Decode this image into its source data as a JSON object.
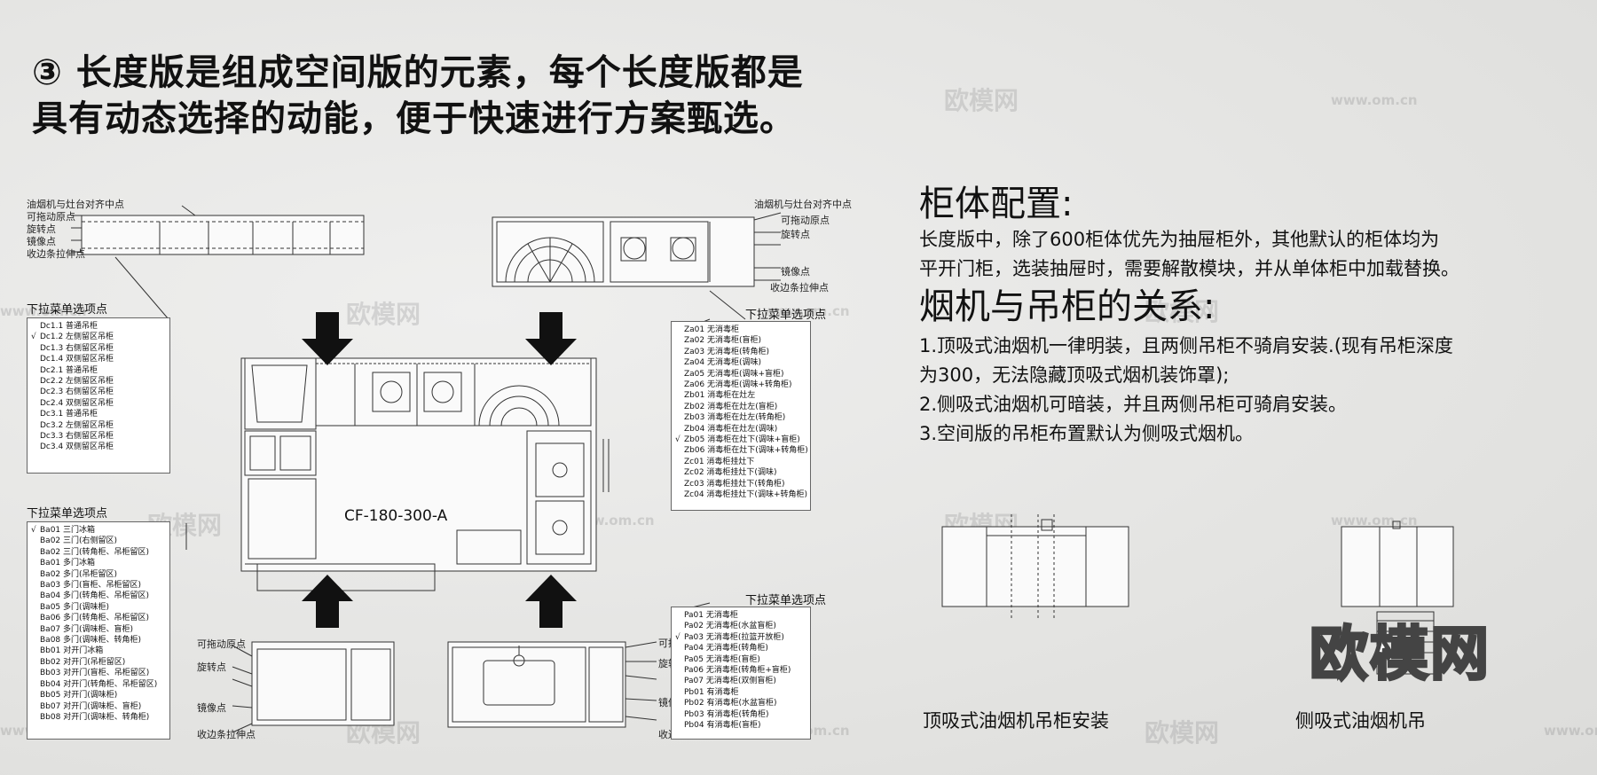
{
  "headline": {
    "line1": "③ 长度版是组成空间版的元素，每个长度版都是",
    "line2": "具有动态选择的动能，便于快速进行方案甄选。"
  },
  "right": {
    "cabinet_heading": "柜体配置:",
    "cabinet_text_1": "长度版中，除了600柜体优先为抽屉柜外，其他默认的柜体均为",
    "cabinet_text_2": "平开门柜，选装抽屉时，需要解散模块，并从单体柜中加载替换。",
    "hood_heading": "烟机与吊柜的关系:",
    "hood_text_1": "1.顶吸式油烟机一律明装，且两侧吊柜不骑肩安装.(现有吊柜深度",
    "hood_text_2": "为300，无法隐藏顶吸式烟机装饰罩);",
    "hood_text_3": "2.侧吸式油烟机可暗装，并且两侧吊柜可骑肩安装。",
    "hood_text_4": "3.空间版的吊柜布置默认为侧吸式烟机。"
  },
  "captions": {
    "top_suction": "顶吸式油烟机吊柜安装",
    "side_suction": "侧吸式油烟机吊"
  },
  "plan_label": "CF-180-300-A",
  "watermark": {
    "brand": "欧模网",
    "url": "www.om.cn"
  },
  "annotations": {
    "align_point": "油烟机与灶台对齐中点",
    "movable_point": "可拖动原点",
    "rotate_point": "旋转点",
    "mirror_point": "镜像点",
    "edge_point": "收边条拉伸点"
  },
  "menus": {
    "title": "下拉菜单选项点",
    "dc": [
      "Dc1.1 普通吊柜",
      "Dc1.2 左侧留区吊柜",
      "Dc1.3 右侧留区吊柜",
      "Dc1.4 双侧留区吊柜",
      "Dc2.1 普通吊柜",
      "Dc2.2 左侧留区吊柜",
      "Dc2.3 右侧留区吊柜",
      "Dc2.4 双侧留区吊柜",
      "Dc3.1 普通吊柜",
      "Dc3.2 左侧留区吊柜",
      "Dc3.3 右侧留区吊柜",
      "Dc3.4 双侧留区吊柜"
    ],
    "dc_checked": 1,
    "za": [
      "Za01 无消毒柜",
      "Za02 无消毒柜(盲柜)",
      "Za03 无消毒柜(转角柜)",
      "Za04 无消毒柜(调味)",
      "Za05 无消毒柜(调味+盲柜)",
      "Za06 无消毒柜(调味+转角柜)",
      "Zb01 消毒柜在灶左",
      "Zb02 消毒柜在灶左(盲柜)",
      "Zb03 消毒柜在灶左(转角柜)",
      "Zb04 消毒柜在灶左(调味)",
      "Zb05 消毒柜在灶下(调味+盲柜)",
      "Zb06 消毒柜在灶下(调味+转角柜)",
      "Zc01 消毒柜挂灶下",
      "Zc02 消毒柜挂灶下(调味)",
      "Zc03 消毒柜挂灶下(转角柜)",
      "Zc04 消毒柜挂灶下(调味+转角柜)"
    ],
    "za_checked": 10,
    "ba": [
      "Ba01 三门冰箱",
      "Ba02 三门(右侧留区)",
      "Ba02 三门(转角柜、吊柜留区)",
      "Ba01 多门冰箱",
      "Ba02 多门(吊柜留区)",
      "Ba03 多门(盲柜、吊柜留区)",
      "Ba04 多门(转角柜、吊柜留区)",
      "Ba05 多门(调味柜)",
      "Ba06 多门(转角柜、吊柜留区)",
      "Ba07 多门(调味柜、盲柜)",
      "Ba08 多门(调味柜、转角柜)",
      "Bb01 对开门冰箱",
      "Bb02 对开门(吊柜留区)",
      "Bb03 对开门(盲柜、吊柜留区)",
      "Bb04 对开门(转角柜、吊柜留区)",
      "Bb05 对开门(调味柜)",
      "Bb07 对开门(调味柜、盲柜)",
      "Bb08 对开门(调味柜、转角柜)"
    ],
    "ba_checked": 0,
    "pa": [
      "Pa01 无消毒柜",
      "Pa02 无消毒柜(水盆盲柜)",
      "Pa03 无消毒柜(拉篮开放柜)",
      "Pa04 无消毒柜(转角柜)",
      "Pa05 无消毒柜(盲柜)",
      "Pa06 无消毒柜(转角柜+盲柜)",
      "Pa07 无消毒柜(双侧盲柜)",
      "Pb01 有消毒柜",
      "Pb02 有消毒柜(水盆盲柜)",
      "Pb03 有消毒柜(转角柜)",
      "Pb04 有消毒柜(盲柜)"
    ],
    "pa_checked": 2,
    "check": "√"
  }
}
